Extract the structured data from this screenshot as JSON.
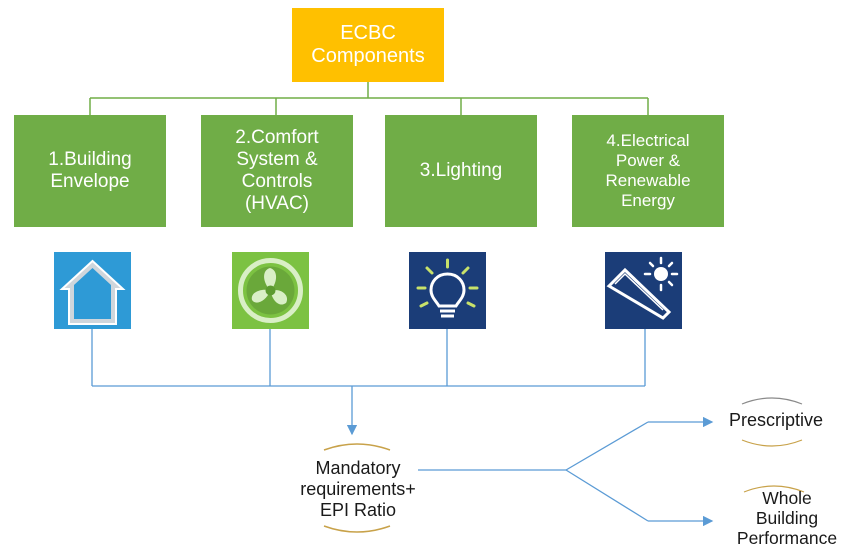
{
  "root": {
    "label": "ECBC\nComponents",
    "color": "#ffc000"
  },
  "components": [
    {
      "label": "1.Building\nEnvelope",
      "icon": "house-icon"
    },
    {
      "label": "2.Comfort\nSystem &\nControls\n(HVAC)",
      "icon": "fan-icon"
    },
    {
      "label": "3.Lighting",
      "icon": "light-bulb-icon"
    },
    {
      "label": "4.Electrical\nPower &\nRenewable\nEnergy",
      "icon": "solar-panel-sun-icon"
    }
  ],
  "outcome": {
    "label": "Mandatory\nrequirements+\nEPI Ratio"
  },
  "paths": [
    {
      "label": "Prescriptive"
    },
    {
      "label": "Whole\nBuilding\nPerformance"
    }
  ],
  "colors": {
    "component_green": "#70ad47",
    "connector_green": "#70ad47",
    "connector_blue": "#5b9bd5",
    "arc_accent": "#c8a24a"
  }
}
